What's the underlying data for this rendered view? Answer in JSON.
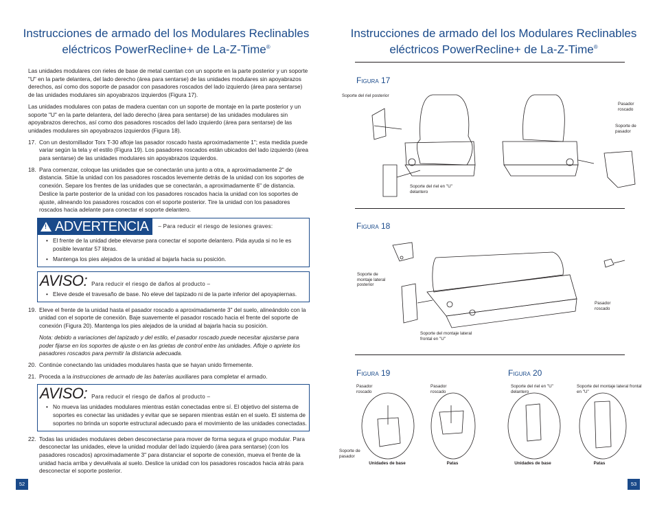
{
  "left": {
    "title_line1": "Instrucciones de armado del los Modulares Reclinables",
    "title_line2": "eléctricos PowerRecline+ de La-Z-Time",
    "title_reg": "®",
    "para1": "Las unidades modulares con rieles de base de metal cuentan con un soporte en la parte posterior y un soporte \"U\" en la parte delantera, del lado derecho (área para sentarse) de las unidades modulares sin apoyabrazos derechos, así como dos soporte de pasador con pasadores roscados del lado izquierdo (área para sentarse) de las unidades modulares sin apoyabrazos izquierdos (Figura 17).",
    "para2": "Las unidades modulares con patas de madera cuentan con un soporte de montaje en la parte posterior y un soporte \"U\" en la parte delantera, del lado derecho (área para sentarse) de las unidades modulares sin apoyabrazos derechos, así como dos pasadores roscados del lado izquierdo (área para sentarse) de las unidades modulares sin apoyabrazos izquierdos (Figura 18).",
    "step17_num": "17.",
    "step17": "Con un destornillador Torx T-30 afloje las pasador roscado hasta aproximadamente 1\"; esta medida puede variar según la tela y el estilo (Figura 19). Los pasadores roscados están ubicados del lado izquierdo (área para sentarse) de las unidades modulares sin apoyabrazos izquierdos.",
    "step18_num": "18.",
    "step18": "Para comenzar, coloque las unidades que se conectarán una junto a otra, a aproximadamente 2\" de distancia. Sitúe la unidad con los pasadores roscados levemente detrás de la unidad con los soportes de conexión. Separe los frentes de las unidades que se conectarán, a aproximadamente 6\" de distancia. Deslice la parte posterior de la unidad con los pasadores roscados hacia la unidad con los soportes de ajuste, alineando los pasadores roscados con el soporte posterior. Tire la unidad con los pasadores roscados hacia adelante para conectar el soporte delantero.",
    "warning_title": "ADVERTENCIA",
    "warning_sub": "– Para reducir el riesgo de lesiones graves:",
    "warning_items": [
      "El frente de la unidad debe elevarse para conectar el soporte delantero. Pida ayuda si no le es posible levantar 57 libras.",
      "Mantenga los pies alejados de la unidad al bajarla hacia su posición."
    ],
    "aviso1_title": "AVISO:",
    "aviso1_sub": "Para reducir el riesgo de daños al producto –",
    "aviso1_items": [
      "Eleve desde el travesaño de base. No eleve del tapizado ni de la parte inferior del apoyapiernas."
    ],
    "step19_num": "19.",
    "step19": "Eleve el frente de la unidad hasta el pasador roscado a aproximadamente 3\" del suelo, alineándolo con la unidad con el soporte de conexión. Baje suavemente el pasador roscado hacia el frente del soporte de conexión (Figura 20). Mantenga los pies alejados de la unidad al bajarla hacia su posición.",
    "step19_note": "Nota: debido a variaciones del tapizado y del estilo, el pasador roscado puede necesitar ajustarse para poder fijarse en los soportes de ajuste o en las grietas de control entre las unidades. Afloje o apriete los pasadores roscados para permitir la distancia adecuada.",
    "step20_num": "20.",
    "step20": "Continúe conectando las unidades modulares hasta que se hayan unido firmemente.",
    "step21_num": "21.",
    "step21_a": "Proceda a la ",
    "step21_b": "instrucciones de armado de las baterías auxiliares",
    "step21_c": " para completar el armado.",
    "aviso2_title": "AVISO:",
    "aviso2_sub": "Para reducir el riesgo de daños al producto –",
    "aviso2_items": [
      "No mueva las unidades modulares mientras están conectadas entre sí. El objetivo del sistema de soportes es conectar las unidades y evitar que se separen mientras están en el suelo. El sistema de soportes no brinda un soporte estructural adecuado para el movimiento de las unidades conectadas."
    ],
    "step22_num": "22.",
    "step22": "Todas las unidades modulares deben desconectarse para mover de forma segura el grupo modular. Para desconectar las unidades, eleve la unidad modular del lado izquierdo (área para sentarse) (con los pasadores roscados) aproximadamente 3\" para distanciar el soporte de conexión, mueva el frente de la unidad hacia arriba y devuélvala al suelo. Deslice la unidad con los pasadores roscados hacia atrás para desconectar el soporte posterior.",
    "page_number": "52"
  },
  "right": {
    "title_line1": "Instrucciones de armado del los Modulares Reclinables",
    "title_line2": "eléctricos PowerRecline+ de La-Z-Time",
    "title_reg": "®",
    "fig17": {
      "title": "Figura 17",
      "labels": [
        "Soporte del riel posterior",
        "Soporte del riel en \"U\" delantero",
        "Pasador roscado",
        "Soporte de pasador"
      ]
    },
    "fig18": {
      "title": "Figura 18",
      "labels": [
        "Soporte de montaje lateral posterior",
        "Soporte del montaje lateral frontal en \"U\"",
        "Pasador roscado"
      ]
    },
    "fig19": {
      "title": "Figura 19",
      "labels": [
        "Pasador roscado",
        "Pasador roscado",
        "Soporte de pasador",
        "Unidades de base",
        "Patas"
      ]
    },
    "fig20": {
      "title": "Figura 20",
      "labels": [
        "Soporte del riel en \"U\" delantero",
        "Soporte del montaje lateral frontal en \"U\"",
        "Unidades de base",
        "Patas"
      ]
    },
    "page_number": "53"
  },
  "colors": {
    "accent": "#1a4a8a",
    "text": "#231f20"
  }
}
